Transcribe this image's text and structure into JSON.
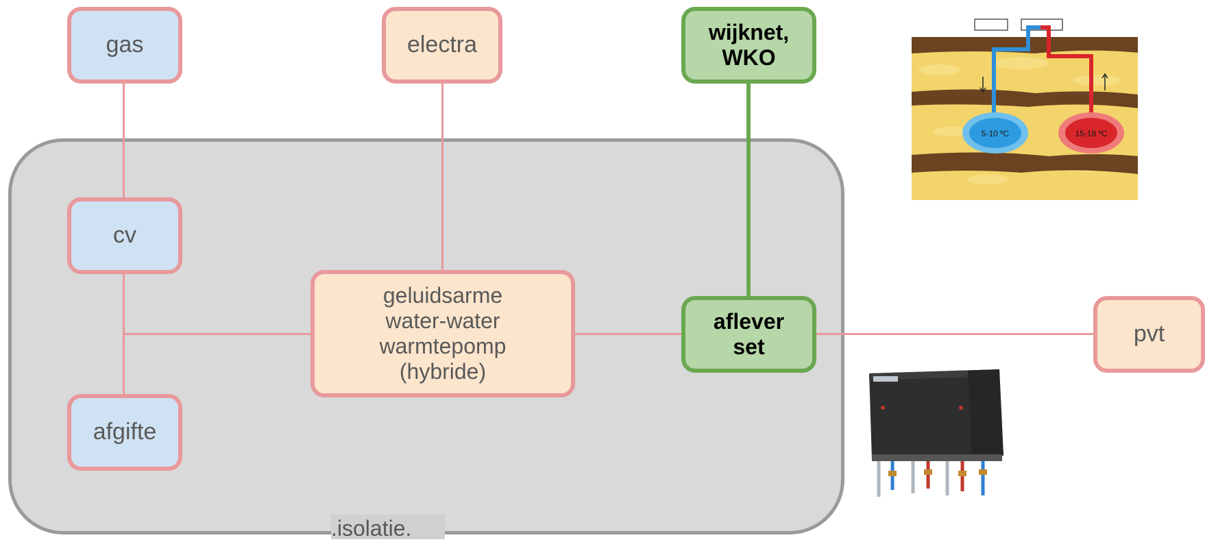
{
  "diagram": {
    "container_label": ".isolatie.",
    "nodes": {
      "gas": "gas",
      "electra": "electra",
      "wijknet": "wijknet, WKO",
      "cv": "cv",
      "heatpump": "geluidsarme water-water warmtepomp (hybride)",
      "afleverset": "aflever set",
      "afgifte": "afgifte",
      "pvt": "pvt"
    },
    "wko_picture": {
      "cold_label": "5-10 ºC",
      "warm_label": "15-18 ºC"
    }
  },
  "colors": {
    "blue_fill": "#cfe2f3",
    "peach_fill": "#fce5cd",
    "green_fill": "#b6d7a8",
    "pink_stroke": "#e8999b",
    "green_stroke": "#6aa84f",
    "container_fill": "#d9d9d9"
  }
}
